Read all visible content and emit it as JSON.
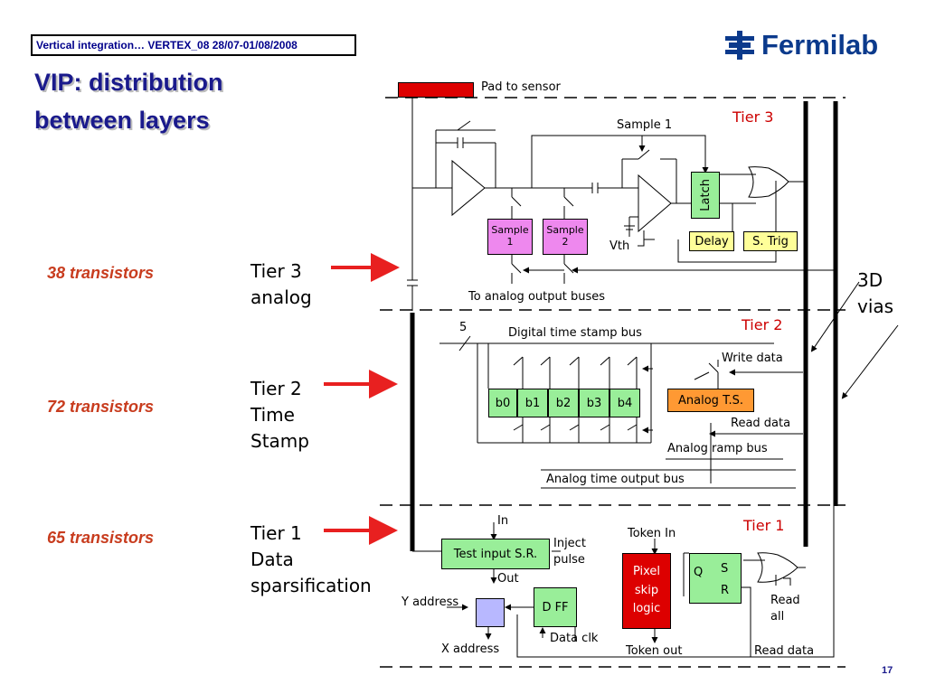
{
  "header": {
    "conference": "Vertical integration… VERTEX_08 28/07-01/08/2008",
    "logo_text": "Fermilab",
    "logo_icon": "fermilab-logo-icon"
  },
  "title": "VIP: distribution\nbetween layers",
  "tiers": [
    {
      "transistors": "38 transistors",
      "description": "Tier 3\nanalog"
    },
    {
      "transistors": "72 transistors",
      "description": "Tier 2\nTime\nStamp"
    },
    {
      "transistors": "65 transistors",
      "description": "Tier 1\nData\nsparsification"
    }
  ],
  "diagram": {
    "pad_to_sensor": "Pad to sensor",
    "vias_3d": "3D\nvias",
    "tier3": {
      "label": "Tier 3",
      "sample1_signal": "Sample 1",
      "latch": "Latch",
      "sample_boxes": [
        "Sample\n1",
        "Sample\n2"
      ],
      "vth": "Vth",
      "delay": "Delay",
      "s_trig": "S. Trig",
      "to_analog_output": "To analog output buses"
    },
    "tier2": {
      "label": "Tier 2",
      "bus_width": "5",
      "digital_bus": "Digital time stamp bus",
      "write_data": "Write data",
      "bits": [
        "b0",
        "b1",
        "b2",
        "b3",
        "b4"
      ],
      "analog_ts": "Analog T.S.",
      "read_data": "Read data",
      "analog_ramp_bus": "Analog ramp bus",
      "analog_time_output_bus": "Analog time output bus"
    },
    "tier1": {
      "label": "Tier 1",
      "in": "In",
      "test_input_sr": "Test input S.R.",
      "inject_pulse": "Inject\npulse",
      "out": "Out",
      "token_in": "Token In",
      "pixel_skip_logic": "Pixel\nskip\nlogic",
      "q": "Q",
      "s": "S",
      "r": "R",
      "y_address": "Y address",
      "d_ff": "D FF",
      "data_clk": "Data clk",
      "read_all": "Read\nall",
      "x_address": "X address",
      "token_out": "Token out",
      "read_data": "Read data"
    }
  },
  "page_number": "17",
  "colors": {
    "title": "#1a1a8c",
    "transistor_label": "#c83c1e",
    "tier_label": "#cc0000",
    "arrow": "#e82020",
    "logo": "#0b3a8c"
  }
}
